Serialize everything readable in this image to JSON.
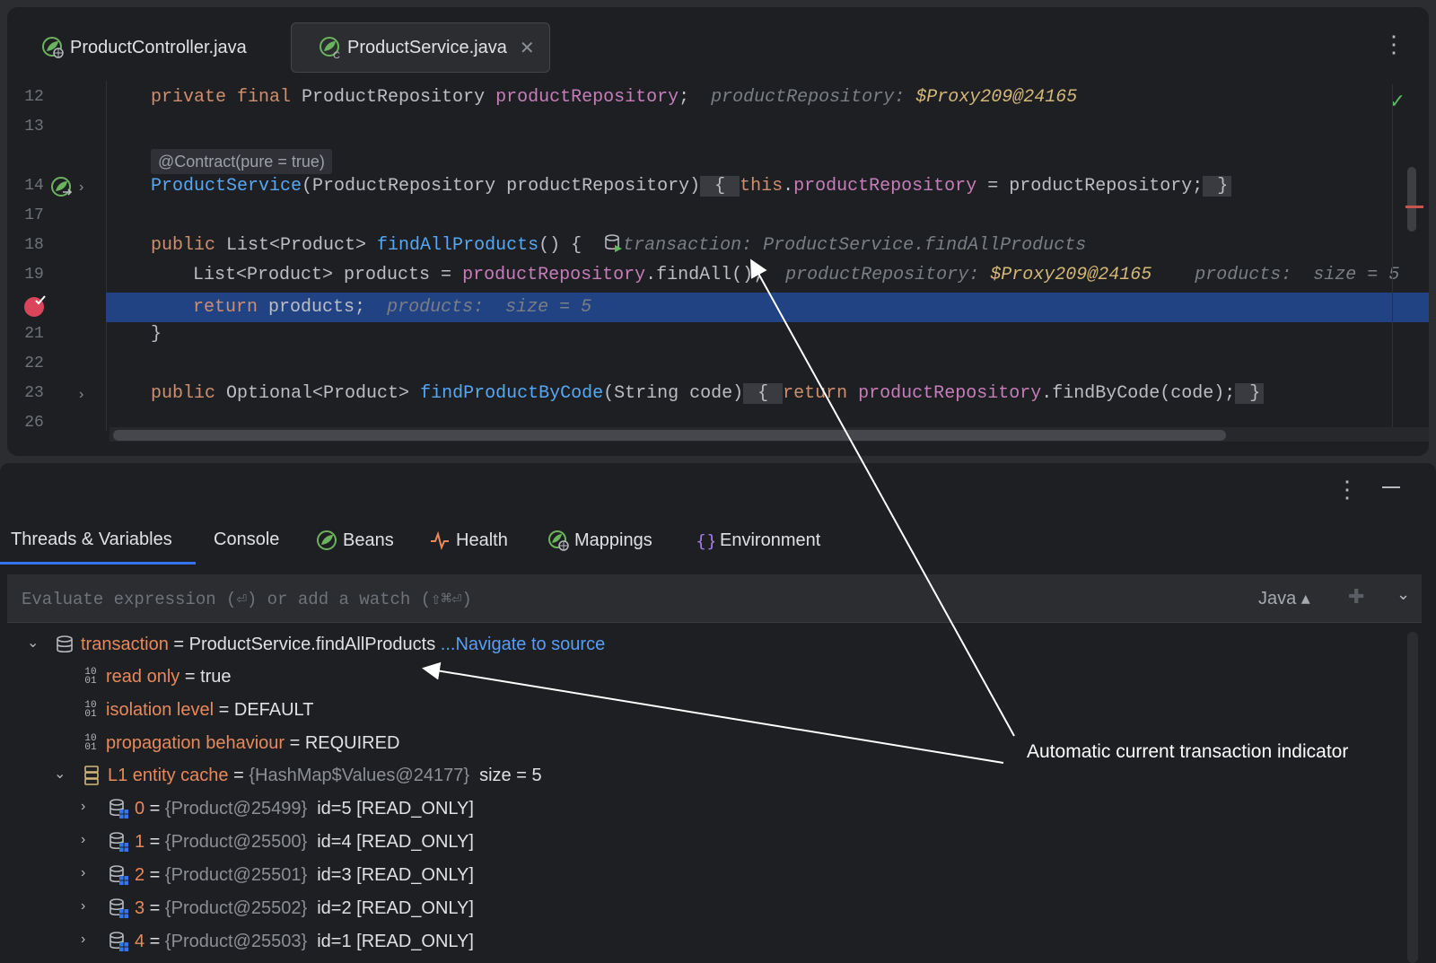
{
  "editor": {
    "tabs": [
      {
        "label": "ProductController.java",
        "active": false
      },
      {
        "label": "ProductService.java",
        "active": true,
        "close": "✕"
      }
    ],
    "contract_hint": "@Contract(pure = true)",
    "line_numbers": [
      "12",
      "13",
      "14",
      "17",
      "18",
      "19",
      "21",
      "22",
      "23",
      "26"
    ],
    "lines": {
      "l12": {
        "kw": "private final ",
        "type": "ProductRepository ",
        "field": "productRepository",
        "end": ";",
        "hint_label": "productRepository: ",
        "hint_value": "$Proxy209@24165"
      },
      "l14": {
        "fn": "ProductService",
        "args": "(ProductRepository productRepository)",
        "fold_open": " { ",
        "this_kw": "this",
        "dot": ".",
        "field": "productRepository",
        "rest": " = productRepository;",
        "fold_close": " }"
      },
      "l18": {
        "kw": "public ",
        "type": "List<Product> ",
        "fn": "findAllProducts",
        "rest": "() {",
        "hint": "transaction: ProductService.findAllProducts"
      },
      "l19": {
        "type": "List<Product> products = ",
        "field": "productRepository",
        "rest": ".findAll();",
        "hint_label": "productRepository: ",
        "hint_value": "$Proxy209@24165",
        "hint2": "products:  size = 5"
      },
      "l20": {
        "kw": "return ",
        "rest": "products;",
        "hint": "products:  size = 5"
      },
      "l21": {
        "rest": "}"
      },
      "l23": {
        "kw": "public ",
        "type": "Optional<Product> ",
        "fn": "findProductByCode",
        "args": "(String code)",
        "fold_open": " { ",
        "kw2": "return ",
        "field": "productRepository",
        "rest": ".findByCode(code);",
        "fold_close": " }"
      }
    }
  },
  "debug": {
    "tabs": [
      "Threads & Variables",
      "Console",
      "Beans",
      "Health",
      "Mappings",
      "Environment"
    ],
    "eval_placeholder": "Evaluate expression (⏎) or add a watch (⇧⌘⏎)",
    "eval_lang": "Java ▴",
    "variables": [
      {
        "name": "transaction",
        "op": " = ",
        "value": "ProductService.findAllProducts",
        "link": " ...Navigate to source"
      },
      {
        "name": "read only",
        "op": " = ",
        "value": "true"
      },
      {
        "name": "isolation level",
        "op": " = ",
        "value": "DEFAULT"
      },
      {
        "name": "propagation behaviour",
        "op": " = ",
        "value": "REQUIRED"
      },
      {
        "name": "L1 entity cache",
        "op": " = ",
        "ref": "{HashMap$Values@24177}",
        "value": "  size = 5"
      },
      {
        "name": "0",
        "op": " = ",
        "ref": "{Product@25499}",
        "value": "  id=5 [READ_ONLY]"
      },
      {
        "name": "1",
        "op": " = ",
        "ref": "{Product@25500}",
        "value": "  id=4 [READ_ONLY]"
      },
      {
        "name": "2",
        "op": " = ",
        "ref": "{Product@25501}",
        "value": "  id=3 [READ_ONLY]"
      },
      {
        "name": "3",
        "op": " = ",
        "ref": "{Product@25502}",
        "value": "  id=2 [READ_ONLY]"
      },
      {
        "name": "4",
        "op": " = ",
        "ref": "{Product@25503}",
        "value": "  id=1 [READ_ONLY]"
      }
    ],
    "primitive_icon": "10\n01"
  },
  "annotation": {
    "text": "Automatic current transaction indicator"
  },
  "colors": {
    "keyword": "#cf8e6d",
    "function": "#56a8f5",
    "field": "#c77dbb",
    "highlight": "#214283",
    "link": "#589df6",
    "var_name": "#e8895b"
  }
}
